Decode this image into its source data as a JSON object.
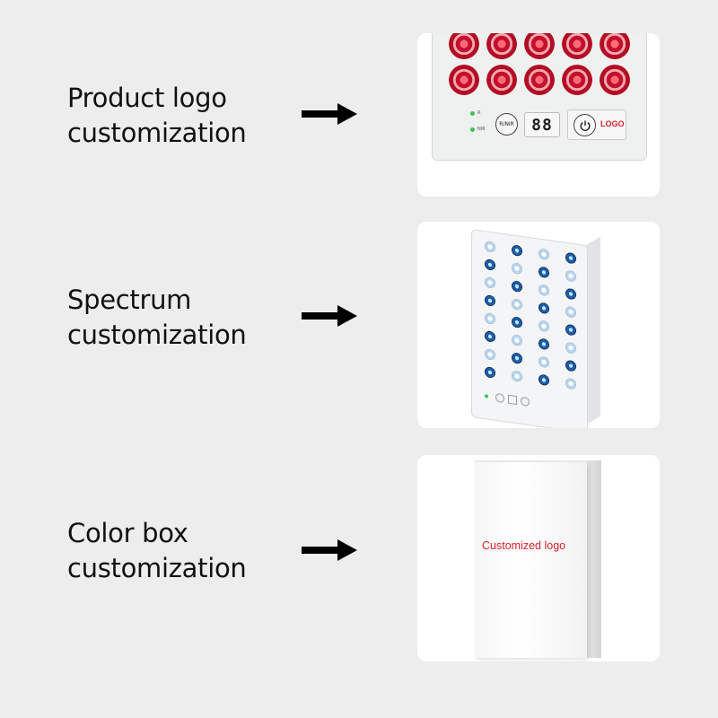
{
  "rows": [
    {
      "label_line1": "Product logo",
      "label_line2": "customization",
      "card": {
        "indicator_r": "R",
        "indicator_nir": "NIR",
        "mode_button": "R/NIR",
        "display_value": "88",
        "power_icon": "power-icon",
        "logo_text": "LOGO"
      }
    },
    {
      "label_line1": "Spectrum",
      "label_line2": "customization"
    },
    {
      "label_line1": "Color box",
      "label_line2": "customization",
      "card": {
        "box_text": "Customized logo"
      }
    }
  ],
  "colors": {
    "background": "#ededed",
    "card": "#ffffff",
    "text": "#111111",
    "accent_red": "#d4232f",
    "led_red": "#c4102a",
    "led_blue": "#1e5da8"
  },
  "icons": [
    "arrow-right-icon",
    "power-icon"
  ]
}
